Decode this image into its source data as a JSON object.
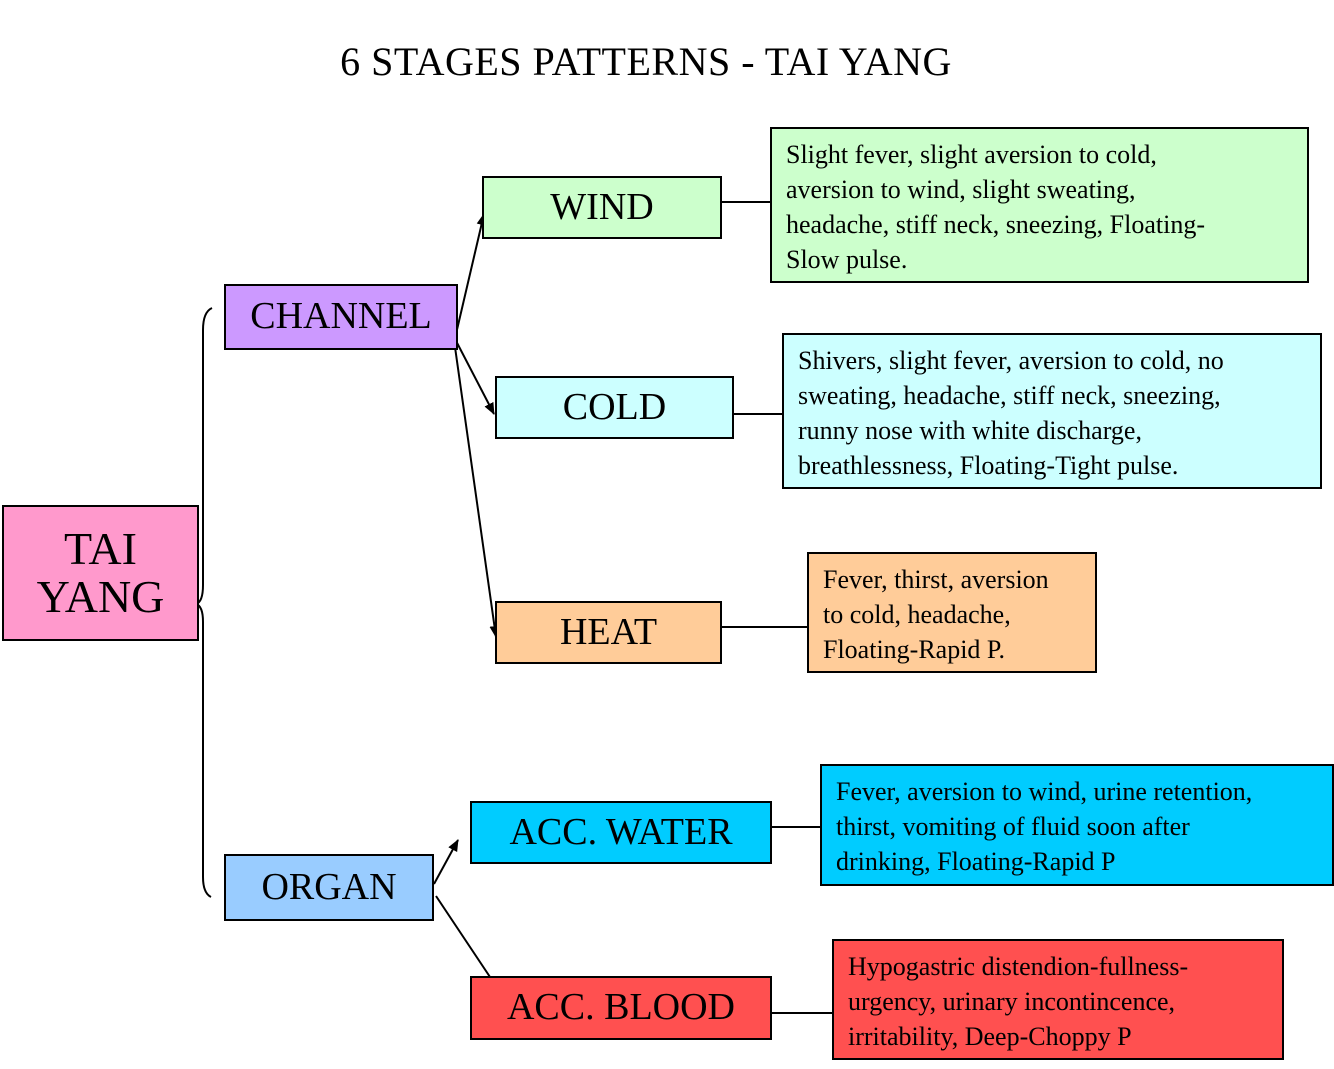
{
  "title": "6 STAGES PATTERNS - TAI YANG",
  "colors": {
    "tai_yang": "#FF99CC",
    "channel": "#CC99FF",
    "organ": "#99CCFF",
    "wind": "#CCFFCC",
    "cold": "#CCFFFF",
    "heat": "#FFCC99",
    "acc_water": "#00CCFF",
    "acc_blood": "#FF5050"
  },
  "nodes": {
    "tai_yang": "TAI\nYANG",
    "channel": "CHANNEL",
    "organ": "ORGAN",
    "wind": "WIND",
    "cold": "COLD",
    "heat": "HEAT",
    "acc_water": "ACC. WATER",
    "acc_blood": "ACC. BLOOD"
  },
  "descriptions": {
    "wind": "Slight fever, slight aversion to cold,\naversion to wind, slight sweating,\nheadache, stiff neck, sneezing, Floating-\nSlow pulse.",
    "cold": "Shivers, slight fever, aversion to cold, no\nsweating, headache, stiff neck, sneezing,\nrunny nose with white discharge,\nbreathlessness, Floating-Tight pulse.",
    "heat": "Fever, thirst, aversion\nto cold, headache,\nFloating-Rapid P.",
    "acc_water": "Fever, aversion to wind, urine retention,\nthirst, vomiting of fluid soon after\ndrinking, Floating-Rapid P",
    "acc_blood": "Hypogastric distendion-fullness-\nurgency, urinary incontincence,\nirritability, Deep-Choppy P"
  }
}
